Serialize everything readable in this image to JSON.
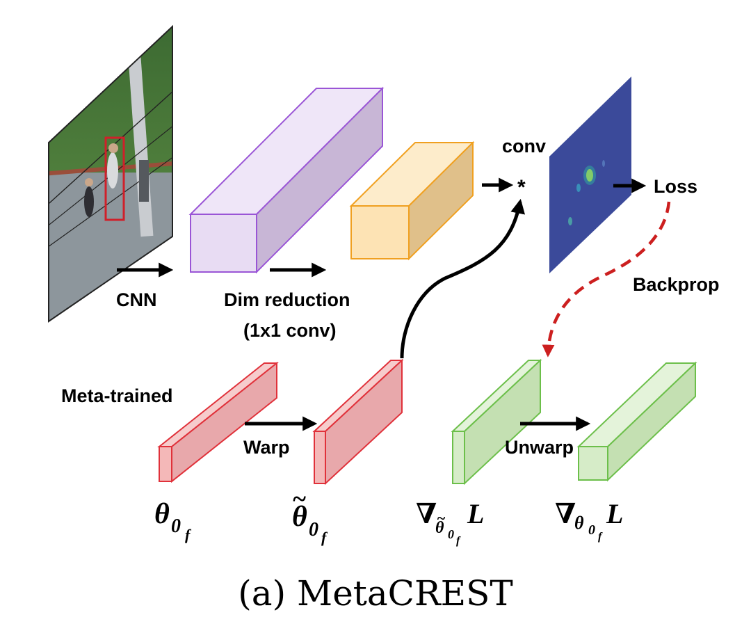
{
  "labels": {
    "cnn": "CNN",
    "dim_reduction_line1": "Dim reduction",
    "dim_reduction_line2": "(1x1 conv)",
    "conv": "conv",
    "conv_op": "*",
    "loss": "Loss",
    "backprop": "Backprop",
    "meta_trained": "Meta-trained",
    "warp": "Warp",
    "unwarp": "Unwarp"
  },
  "math": {
    "theta_symbol": "θ",
    "nabla_symbol": "∇",
    "tilde": "~",
    "sub_zero": "0",
    "sub_f": "f",
    "loss_symbol": "L"
  },
  "caption": "(a) MetaCREST",
  "colors": {
    "feature_map_fill": "#e8dcf3",
    "feature_map_stroke": "#9a55d6",
    "reduced_map_fill": "#fde3b4",
    "reduced_map_stroke": "#f0a020",
    "filter_red_fill": "#f4b8b8",
    "filter_red_stroke": "#e0313a",
    "filter_green_fill": "#d6ecc8",
    "filter_green_stroke": "#6cbf4a",
    "response_map": "#3b4a9a",
    "backprop_arrow": "#cc1f1f",
    "bbox": "#d0202a"
  },
  "icons": [
    "frame-image",
    "response-heatmap",
    "arrow-right",
    "curved-arrow",
    "dashed-curved-arrow"
  ]
}
